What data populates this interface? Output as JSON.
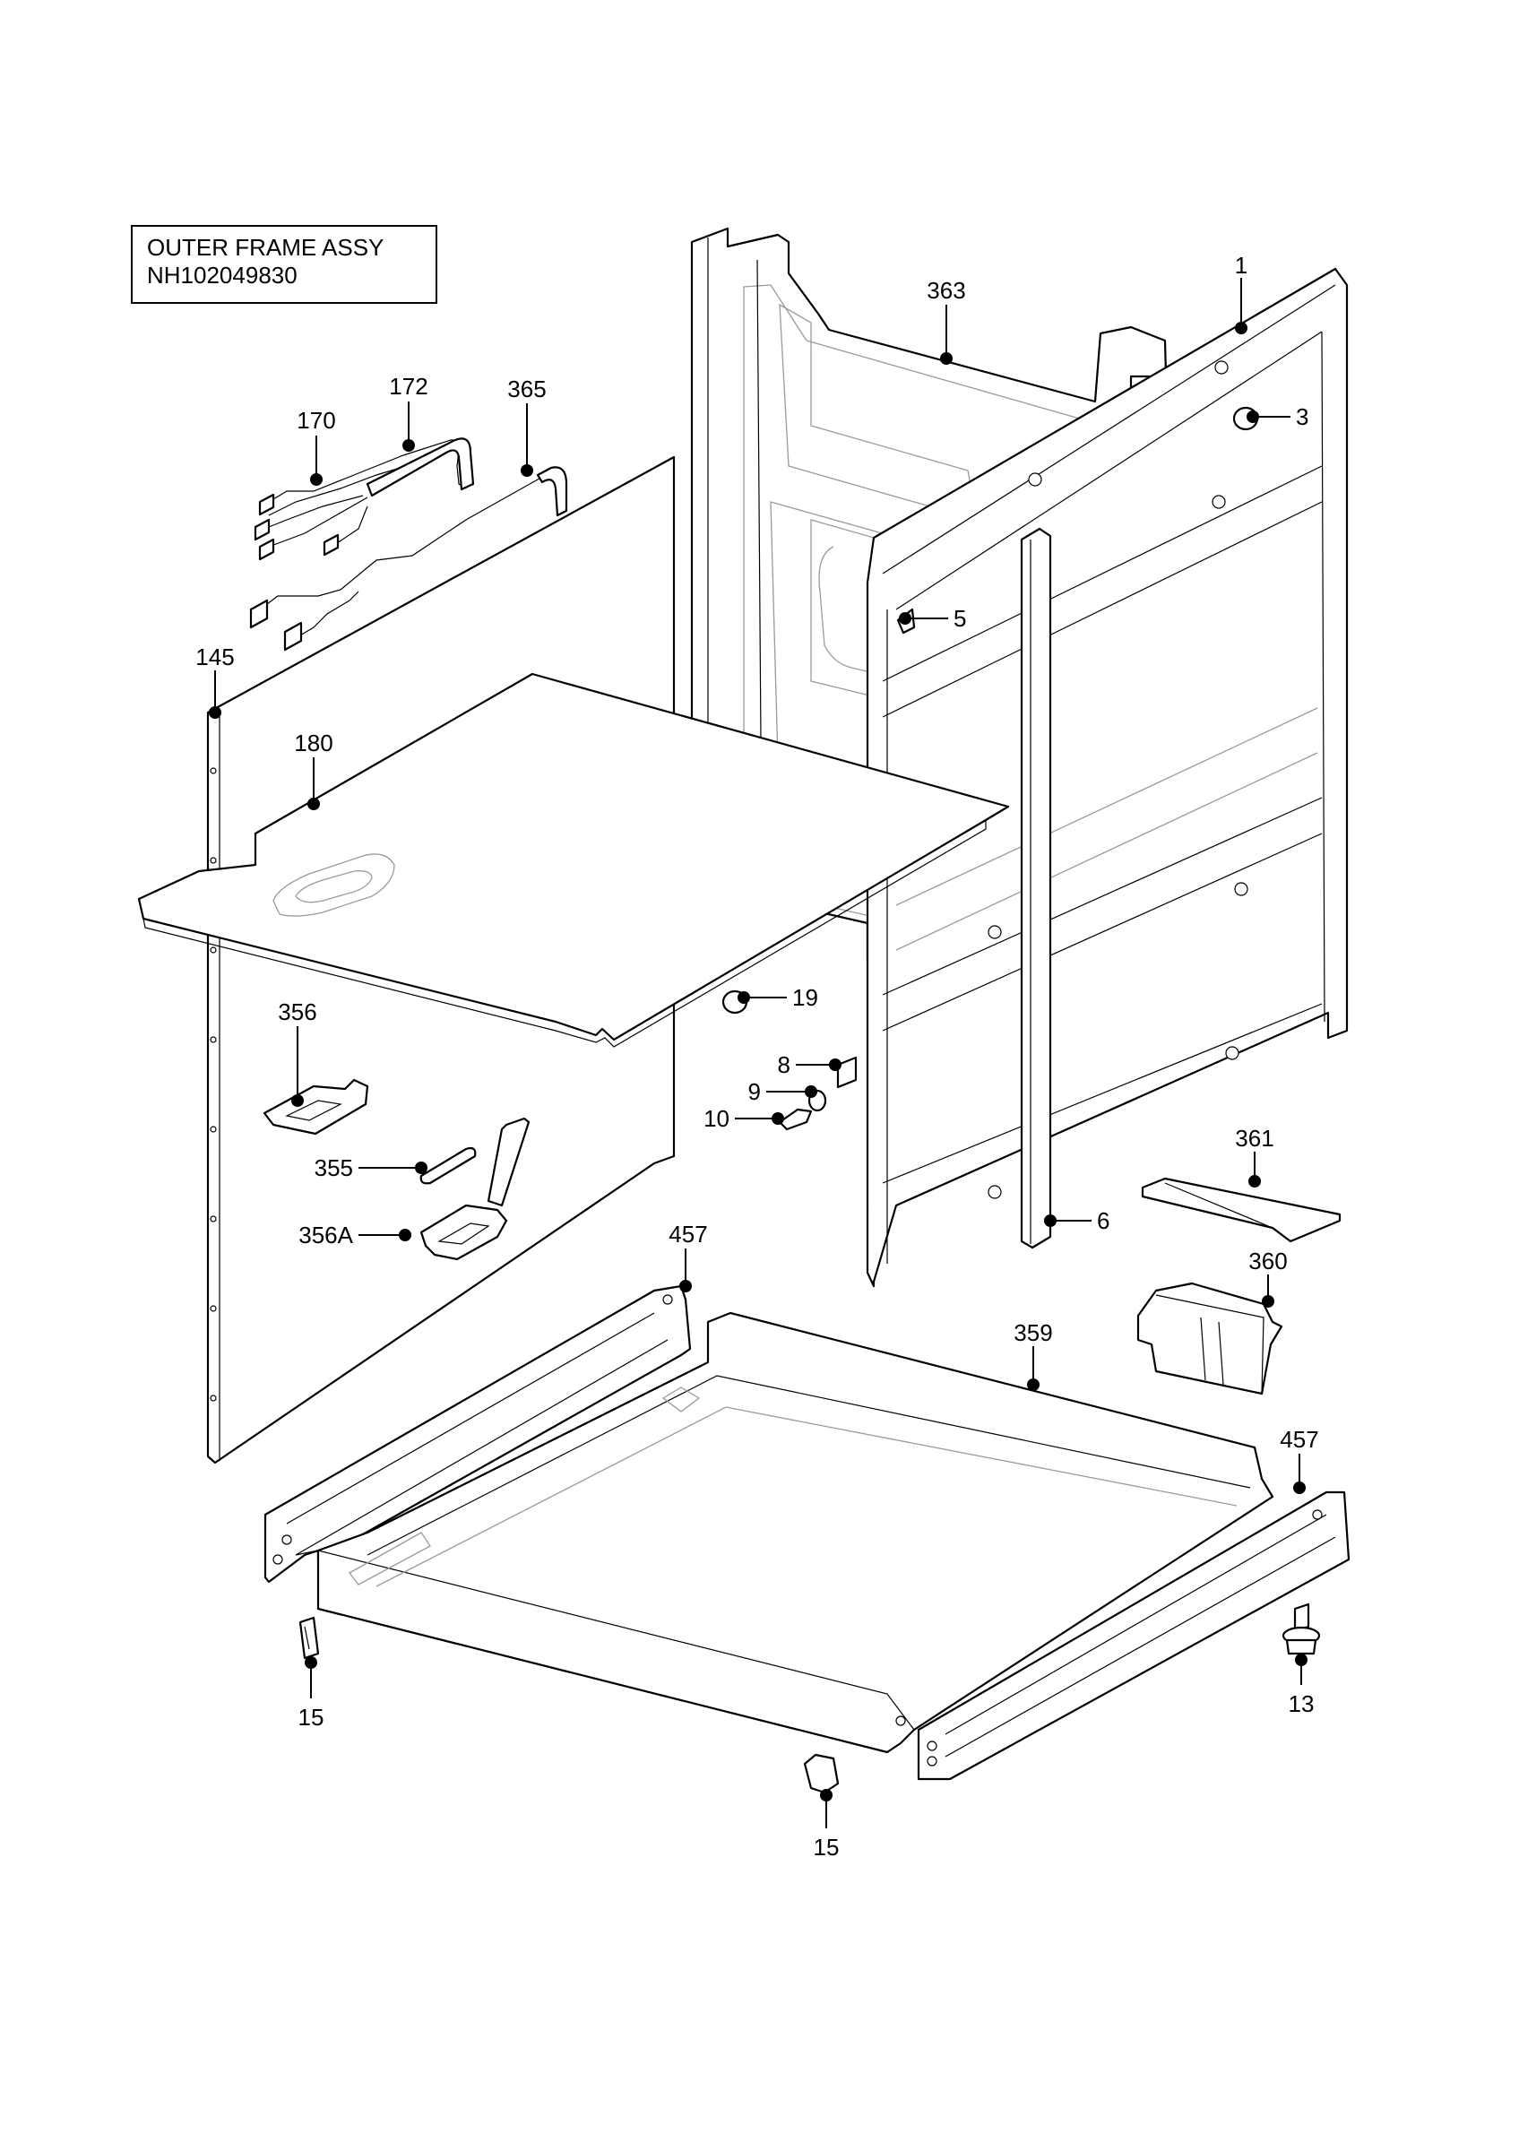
{
  "title": {
    "line1": "OUTER FRAME ASSY",
    "line2": "NH102049830"
  },
  "callouts": [
    {
      "id": "1",
      "label": "1"
    },
    {
      "id": "3",
      "label": "3"
    },
    {
      "id": "5",
      "label": "5"
    },
    {
      "id": "6",
      "label": "6"
    },
    {
      "id": "8",
      "label": "8"
    },
    {
      "id": "9",
      "label": "9"
    },
    {
      "id": "10",
      "label": "10"
    },
    {
      "id": "13",
      "label": "13"
    },
    {
      "id": "15a",
      "label": "15"
    },
    {
      "id": "15b",
      "label": "15"
    },
    {
      "id": "19",
      "label": "19"
    },
    {
      "id": "145",
      "label": "145"
    },
    {
      "id": "170",
      "label": "170"
    },
    {
      "id": "172",
      "label": "172"
    },
    {
      "id": "180",
      "label": "180"
    },
    {
      "id": "355",
      "label": "355"
    },
    {
      "id": "356",
      "label": "356"
    },
    {
      "id": "356A",
      "label": "356A"
    },
    {
      "id": "359",
      "label": "359"
    },
    {
      "id": "360",
      "label": "360"
    },
    {
      "id": "361",
      "label": "361"
    },
    {
      "id": "363",
      "label": "363"
    },
    {
      "id": "365",
      "label": "365"
    },
    {
      "id": "457a",
      "label": "457"
    },
    {
      "id": "457b",
      "label": "457"
    }
  ]
}
